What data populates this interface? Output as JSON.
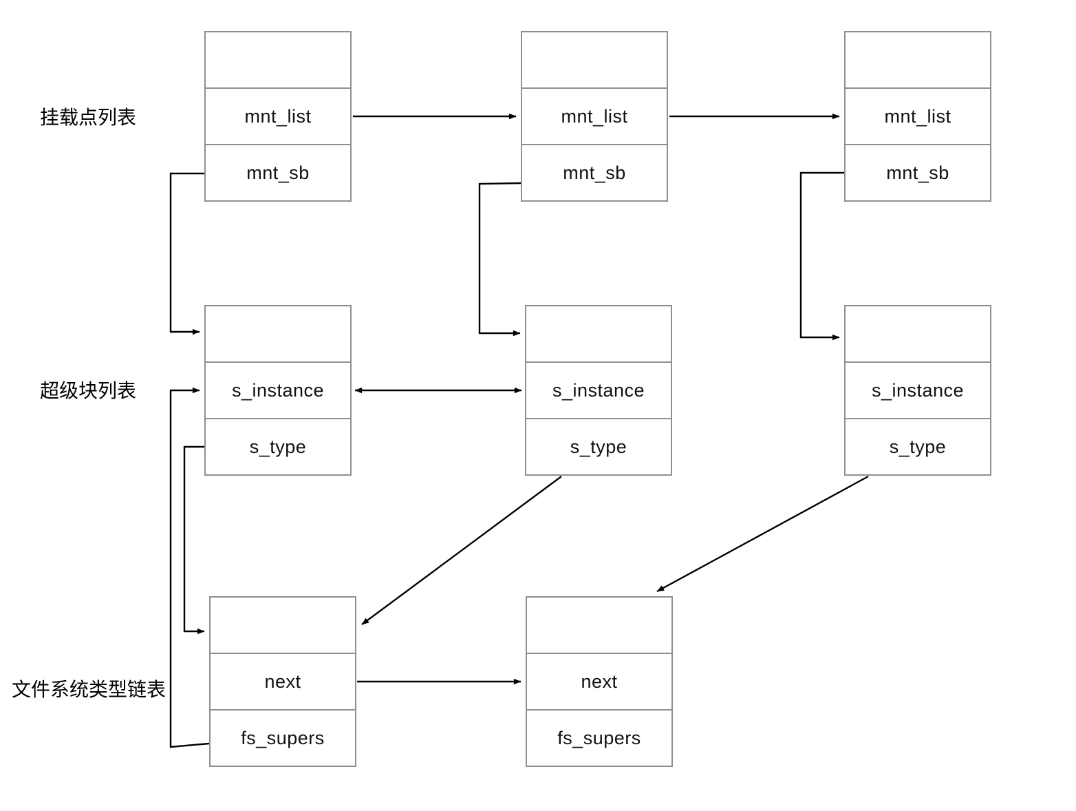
{
  "labels": {
    "mount_point_list": "挂载点列表",
    "superblock_list": "超级块列表",
    "filesystem_type_list": "文件系统类型链表"
  },
  "boxes": {
    "mount_1": {
      "field_1": "mnt_list",
      "field_2": "mnt_sb"
    },
    "mount_2": {
      "field_1": "mnt_list",
      "field_2": "mnt_sb"
    },
    "mount_3": {
      "field_1": "mnt_list",
      "field_2": "mnt_sb"
    },
    "superblock_1": {
      "field_1": "s_instance",
      "field_2": "s_type"
    },
    "superblock_2": {
      "field_1": "s_instance",
      "field_2": "s_type"
    },
    "superblock_3": {
      "field_1": "s_instance",
      "field_2": "s_type"
    },
    "fs_type_1": {
      "field_1": "next",
      "field_2": "fs_supers"
    },
    "fs_type_2": {
      "field_1": "next",
      "field_2": "fs_supers"
    }
  },
  "colors": {
    "background": "#ffffff",
    "box_border": "#8f8f8f",
    "connector_line": "#000000",
    "text": "#111111"
  }
}
